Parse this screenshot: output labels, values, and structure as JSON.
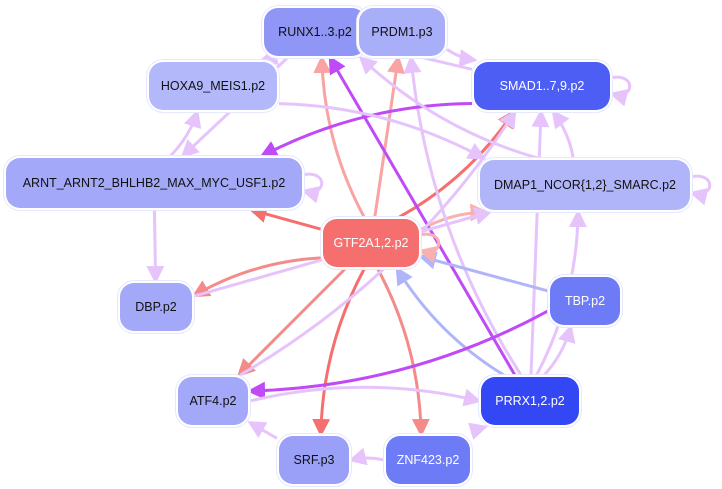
{
  "nodes": [
    {
      "id": "runx",
      "label": "RUNX1..3.p2",
      "color": "#8f96f5",
      "text": "#111"
    },
    {
      "id": "prdm",
      "label": "PRDM1.p3",
      "color": "#a9aef8",
      "text": "#111"
    },
    {
      "id": "hoxa",
      "label": "HOXA9_MEIS1.p2",
      "color": "#b3b8fa",
      "text": "#111"
    },
    {
      "id": "smad",
      "label": "SMAD1..7,9.p2",
      "color": "#4d5ef5",
      "text": "#fff"
    },
    {
      "id": "arnt",
      "label": "ARNT_ARNT2_BHLHB2_MAX_MYC_USF1.p2",
      "color": "#a3a9f8",
      "text": "#111"
    },
    {
      "id": "dmap",
      "label": "DMAP1_NCOR{1,2}_SMARC.p2",
      "color": "#b0b5fa",
      "text": "#111"
    },
    {
      "id": "gtf",
      "label": "GTF2A1,2.p2",
      "color": "#f56f6f",
      "text": "#fff"
    },
    {
      "id": "dbp",
      "label": "DBP.p2",
      "color": "#a3a9f8",
      "text": "#111"
    },
    {
      "id": "tbp",
      "label": "TBP.p2",
      "color": "#6e7bf7",
      "text": "#fff"
    },
    {
      "id": "atf",
      "label": "ATF4.p2",
      "color": "#a3a9f8",
      "text": "#111"
    },
    {
      "id": "prrx",
      "label": "PRRX1,2.p2",
      "color": "#3347f5",
      "text": "#fff"
    },
    {
      "id": "srf",
      "label": "SRF.p3",
      "color": "#9aa0f7",
      "text": "#111"
    },
    {
      "id": "znf",
      "label": "ZNF423.p2",
      "color": "#6e7bf7",
      "text": "#fff"
    }
  ],
  "edges": [
    {
      "from": "gtf",
      "to": "arnt",
      "color": "#f56f6f"
    },
    {
      "from": "gtf",
      "to": "smad",
      "color": "#f56f6f"
    },
    {
      "from": "gtf",
      "to": "runx",
      "color": "#f9a3a3"
    },
    {
      "from": "gtf",
      "to": "prdm",
      "color": "#f9a3a3"
    },
    {
      "from": "gtf",
      "to": "dmap",
      "color": "#f9b0b0"
    },
    {
      "from": "gtf",
      "to": "dbp",
      "color": "#f58a8a"
    },
    {
      "from": "gtf",
      "to": "atf",
      "color": "#f58a8a"
    },
    {
      "from": "gtf",
      "to": "srf",
      "color": "#f56f6f"
    },
    {
      "from": "gtf",
      "to": "znf",
      "color": "#f58a8a"
    },
    {
      "from": "prrx",
      "to": "runx",
      "color": "#c04af5"
    },
    {
      "from": "prrx",
      "to": "gtf",
      "color": "#b0b5fa"
    },
    {
      "from": "prrx",
      "to": "tbp",
      "color": "#e6c4fb"
    },
    {
      "from": "prrx",
      "to": "smad",
      "color": "#e6c4fb"
    },
    {
      "from": "prrx",
      "to": "dmap",
      "color": "#e6c4fb"
    },
    {
      "from": "prrx",
      "to": "prdm",
      "color": "#e6c4fb"
    },
    {
      "from": "tbp",
      "to": "gtf",
      "color": "#b0b5fa"
    },
    {
      "from": "tbp",
      "to": "atf",
      "color": "#c04af5"
    },
    {
      "from": "smad",
      "to": "arnt",
      "color": "#c04af5"
    },
    {
      "from": "smad",
      "to": "runx",
      "color": "#e6c4fb"
    },
    {
      "from": "prdm",
      "to": "smad",
      "color": "#e6c4fb"
    },
    {
      "from": "runx",
      "to": "hoxa",
      "color": "#e6c4fb"
    },
    {
      "from": "runx",
      "to": "arnt",
      "color": "#e6c4fb"
    },
    {
      "from": "hoxa",
      "to": "dmap",
      "color": "#e6c4fb"
    },
    {
      "from": "arnt",
      "to": "hoxa",
      "color": "#e6c4fb"
    },
    {
      "from": "arnt",
      "to": "dbp",
      "color": "#e6c4fb"
    },
    {
      "from": "dmap",
      "to": "smad",
      "color": "#e6c4fb"
    },
    {
      "from": "dmap",
      "to": "runx",
      "color": "#e6c4fb"
    },
    {
      "from": "dbp",
      "to": "dmap",
      "color": "#e6c4fb"
    },
    {
      "from": "atf",
      "to": "prrx",
      "color": "#e6c4fb"
    },
    {
      "from": "atf",
      "to": "smad",
      "color": "#e6c4fb"
    },
    {
      "from": "srf",
      "to": "atf",
      "color": "#e6c4fb"
    },
    {
      "from": "znf",
      "to": "srf",
      "color": "#e6c4fb"
    },
    {
      "from": "znf",
      "to": "prrx",
      "color": "#e6c4fb"
    }
  ],
  "self_loops": [
    {
      "node": "runx",
      "color": "#d46cf5"
    },
    {
      "node": "smad",
      "color": "#e6c4fb"
    },
    {
      "node": "arnt",
      "color": "#e6c4fb"
    },
    {
      "node": "dmap",
      "color": "#e6c4fb"
    },
    {
      "node": "gtf",
      "color": "#f9b0b0"
    }
  ]
}
